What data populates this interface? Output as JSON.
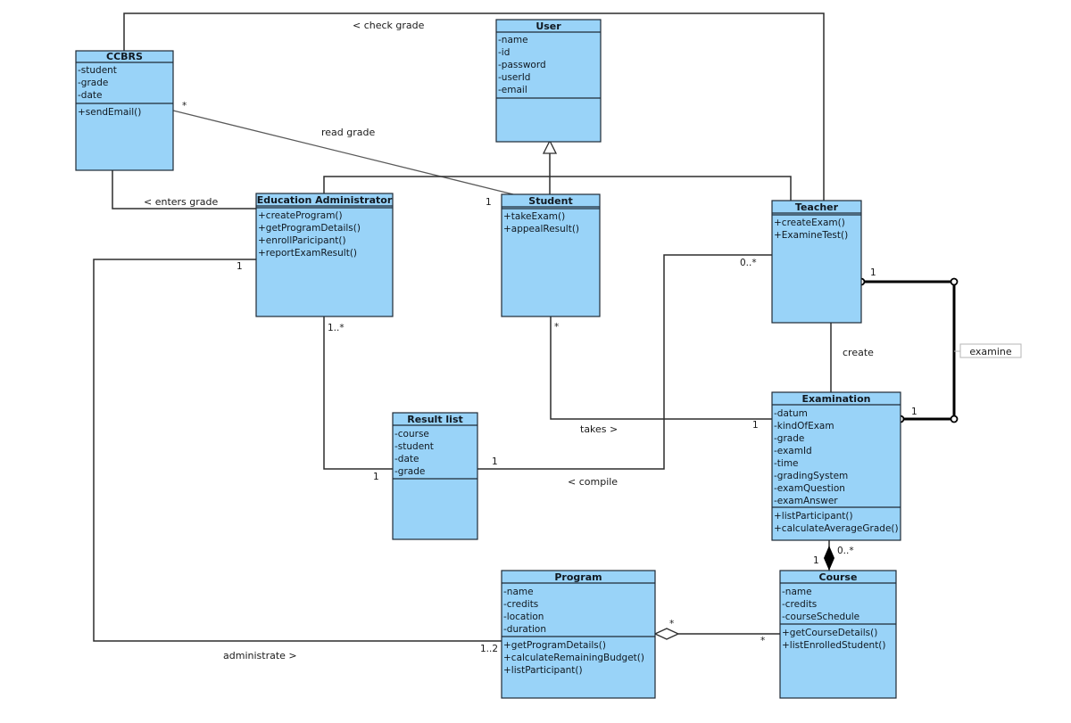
{
  "classes": {
    "ccbrs": {
      "name": "CCBRS",
      "attributes": [
        "-student",
        "-grade",
        "-date"
      ],
      "operations": [
        "+sendEmail()"
      ]
    },
    "user": {
      "name": "User",
      "attributes": [
        "-name",
        "-id",
        "-password",
        "-userId",
        "-email"
      ],
      "operations": []
    },
    "edu_admin": {
      "name": "Education Administrator",
      "attributes": [],
      "operations": [
        "+createProgram()",
        "+getProgramDetails()",
        "+enrollParicipant()",
        "+reportExamResult()"
      ]
    },
    "student": {
      "name": "Student",
      "attributes": [],
      "operations": [
        "+takeExam()",
        "+appealResult()"
      ]
    },
    "teacher": {
      "name": "Teacher",
      "attributes": [],
      "operations": [
        "+createExam()",
        "+ExamineTest()"
      ]
    },
    "result_list": {
      "name": "Result list",
      "attributes": [
        "-course",
        "-student",
        "-date",
        "-grade"
      ],
      "operations": []
    },
    "examination": {
      "name": "Examination",
      "attributes": [
        "-datum",
        "-kindOfExam",
        "-grade",
        "-examId",
        "-time",
        "-gradingSystem",
        "-examQuestion",
        "-examAnswer"
      ],
      "operations": [
        "+listParticipant()",
        "+calculateAverageGrade()"
      ]
    },
    "program": {
      "name": "Program",
      "attributes": [
        "-name",
        "-credits",
        "-location",
        "-duration"
      ],
      "operations": [
        "+getProgramDetails()",
        "+calculateRemainingBudget()",
        "+listParticipant()"
      ]
    },
    "course": {
      "name": "Course",
      "attributes": [
        "-name",
        "-credits",
        "-courseSchedule"
      ],
      "operations": [
        "+getCourseDetails()",
        "+listEnrolledStudent()"
      ]
    }
  },
  "associations": {
    "check_grade": "< check grade",
    "read_grade": "read grade",
    "enters_grade": "< enters grade",
    "create": "create",
    "examine": "examine",
    "takes": "takes >",
    "compile": "< compile",
    "administrate": "administrate >"
  },
  "multiplicities": {
    "ccbrs_read": "*",
    "student_read": "1",
    "admin_administrate": "1",
    "admin_result": "1..*",
    "result_admin": "1",
    "student_takes": "*",
    "exam_takes": "1",
    "teacher_compile": "0..*",
    "result_compile": "1",
    "teacher_examine": "1",
    "exam_examine": "1",
    "exam_course": "0..*",
    "course_exam": "1",
    "program_course": "*",
    "course_program": "*",
    "program_administrate": "1..2"
  }
}
